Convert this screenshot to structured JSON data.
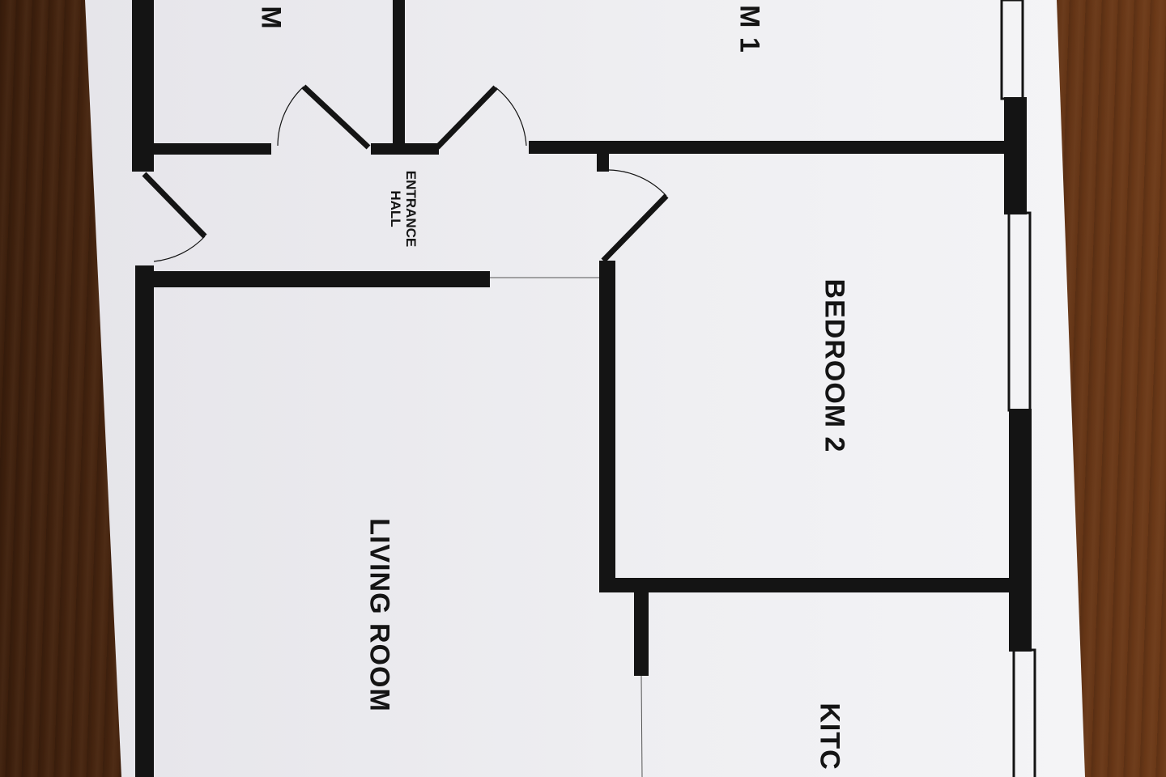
{
  "floorplan": {
    "rooms": {
      "bathroom_partial": "M",
      "bedroom1_partial": "M 1",
      "entrance_hall_line1": "ENTRANCE",
      "entrance_hall_line2": "HALL",
      "bedroom2": "BEDROOM 2",
      "living_room": "LIVING ROOM",
      "kitchen_partial": "KITC"
    }
  },
  "colors": {
    "wall": "#141414",
    "paper": "#e9e8ec",
    "table_wood": "#4a2510"
  }
}
